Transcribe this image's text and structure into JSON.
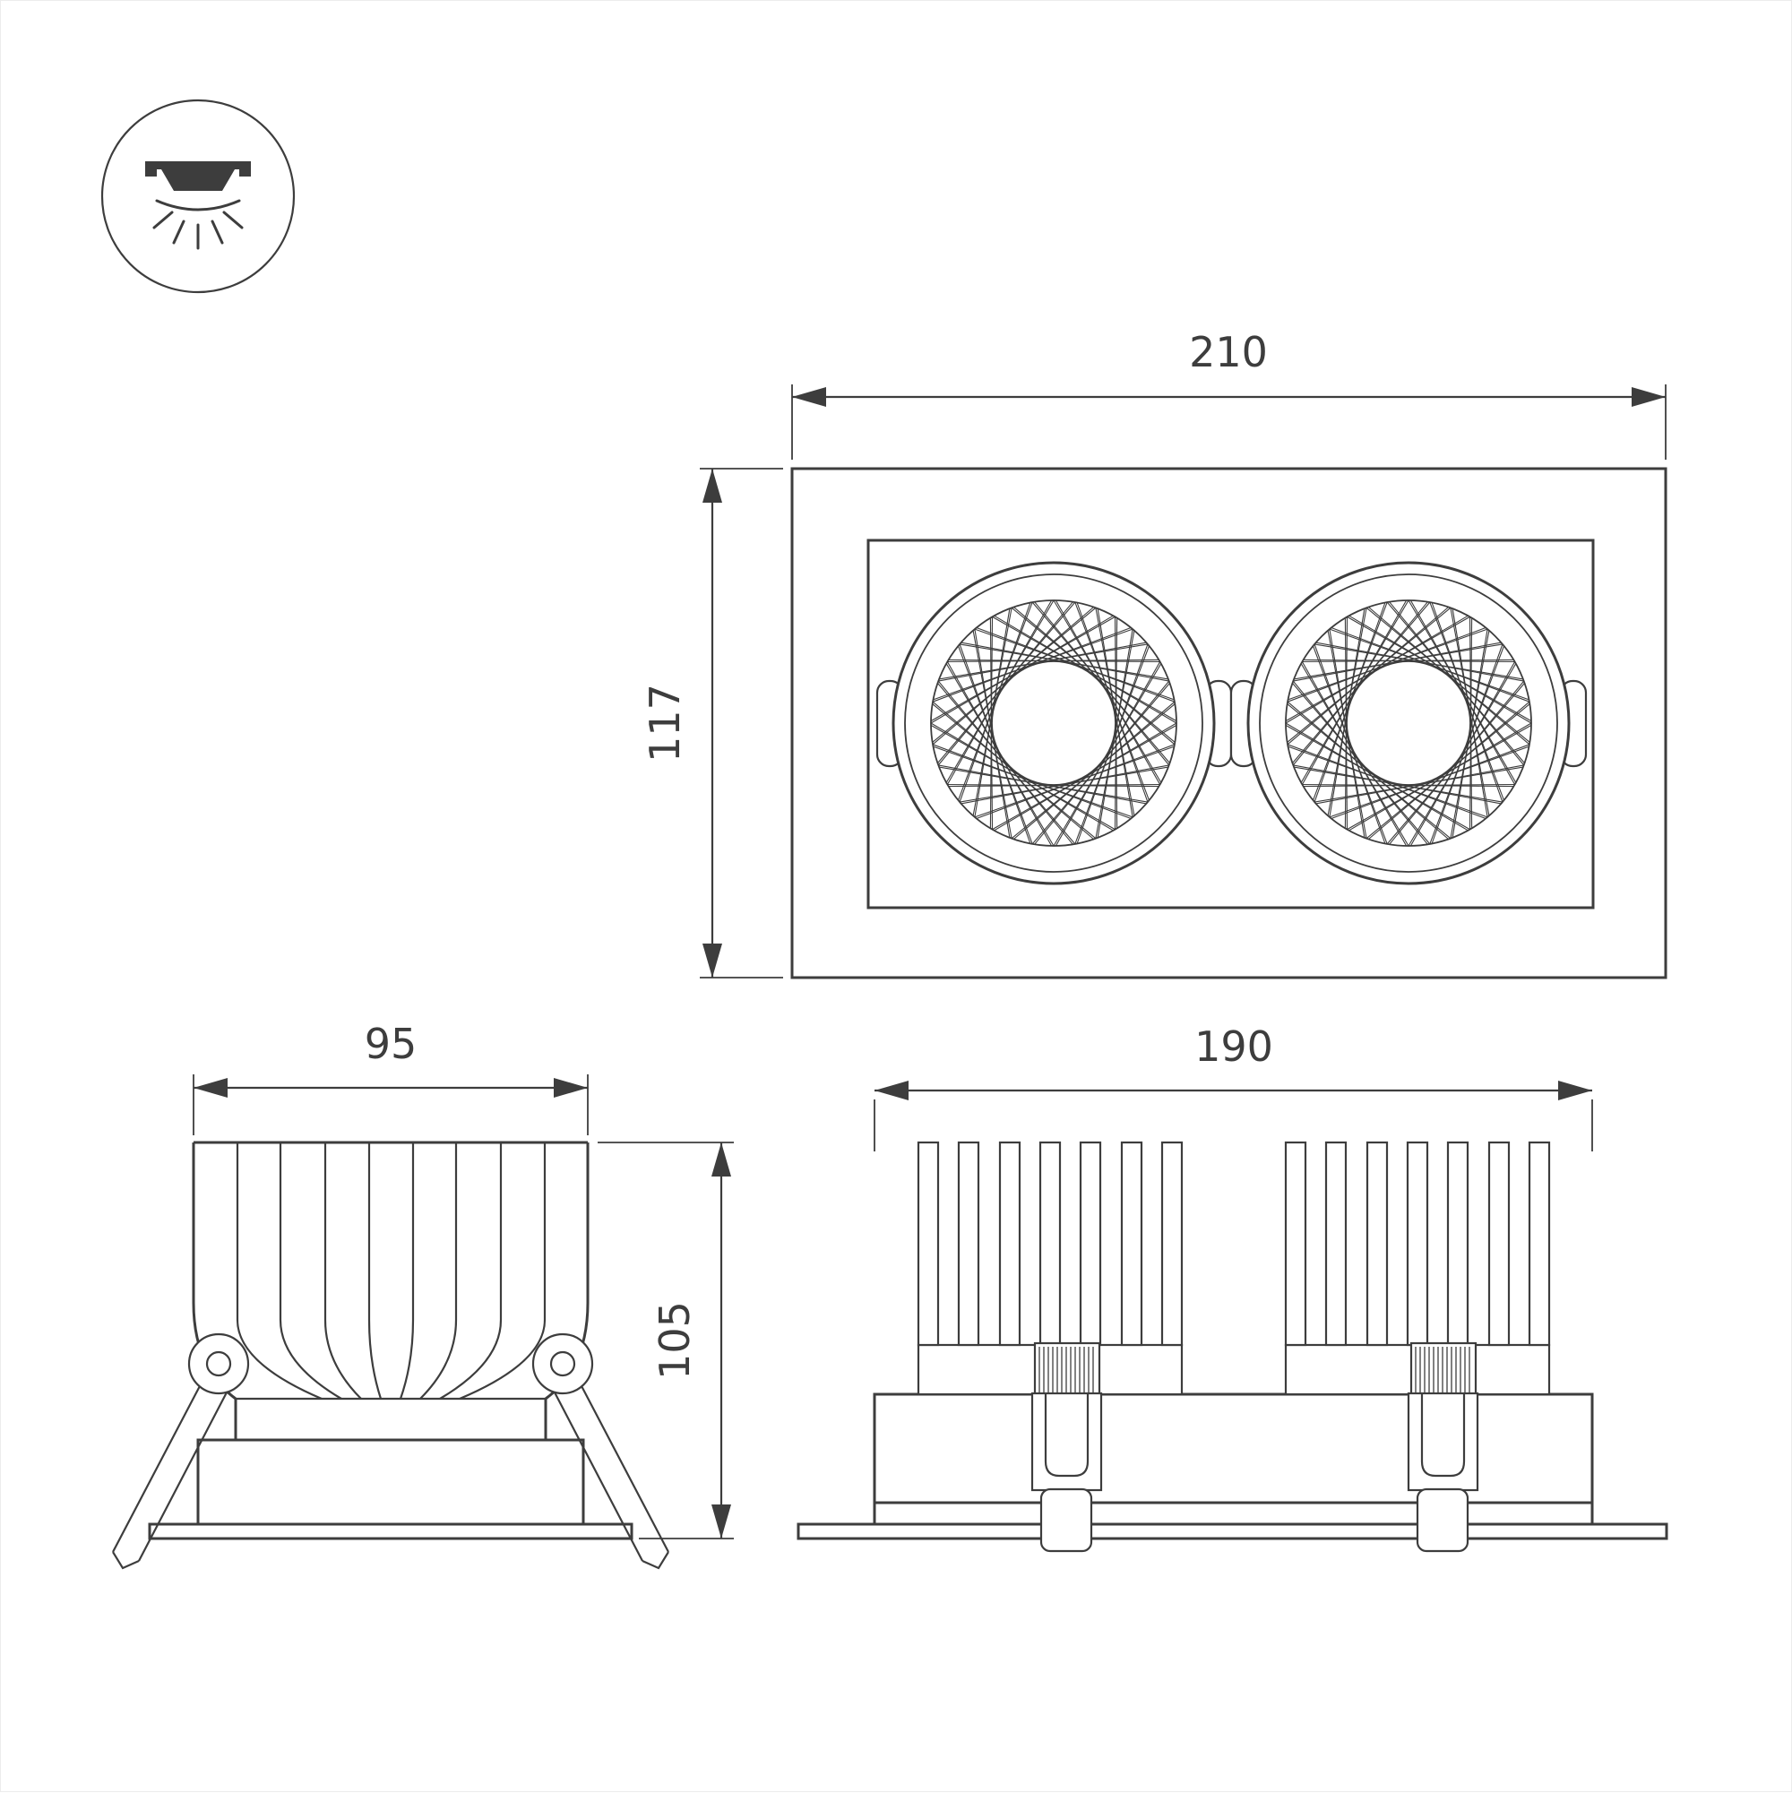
{
  "page": {
    "background": "#ffffff",
    "line_color": "#3d3d3d",
    "type": "technical-dimension-drawing",
    "subject": "recessed double gimbal LED downlight"
  },
  "icon": {
    "name": "recessed-downlight-symbol"
  },
  "dimensions": {
    "front_width": "210",
    "front_height": "117",
    "side_width": "95",
    "side_height": "105",
    "elevation_width": "190"
  }
}
